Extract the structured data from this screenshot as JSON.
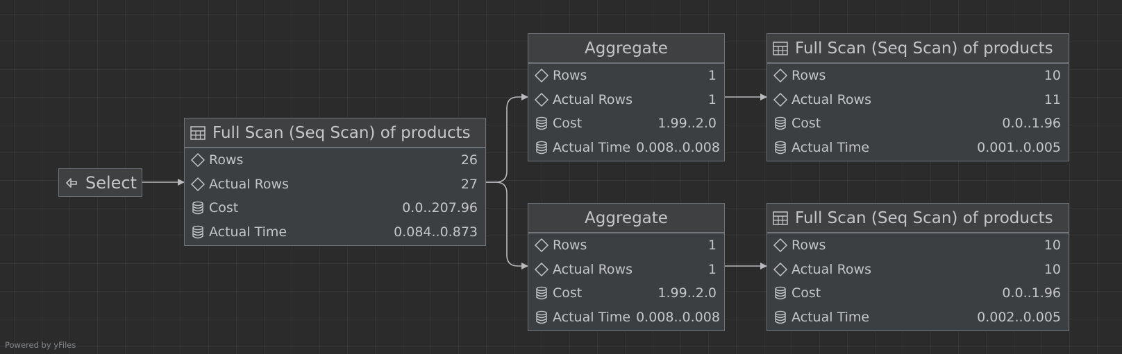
{
  "select_node": {
    "label": "Select",
    "icon": "arrow-left-icon"
  },
  "nodes": {
    "scan_main": {
      "title": "Full Scan (Seq Scan) of products",
      "icon": "table-icon",
      "rows": [
        {
          "icon": "diamond-icon",
          "label": "Rows",
          "value": "26"
        },
        {
          "icon": "diamond-icon",
          "label": "Actual Rows",
          "value": "27"
        },
        {
          "icon": "database-icon",
          "label": "Cost",
          "value": "0.0..207.96"
        },
        {
          "icon": "database-icon",
          "label": "Actual Time",
          "value": "0.084..0.873"
        }
      ]
    },
    "agg_top": {
      "title": "Aggregate",
      "rows": [
        {
          "icon": "diamond-icon",
          "label": "Rows",
          "value": "1"
        },
        {
          "icon": "diamond-icon",
          "label": "Actual Rows",
          "value": "1"
        },
        {
          "icon": "database-icon",
          "label": "Cost",
          "value": "1.99..2.0"
        },
        {
          "icon": "database-icon",
          "label": "Actual Time",
          "value": "0.008..0.008"
        }
      ]
    },
    "agg_bottom": {
      "title": "Aggregate",
      "rows": [
        {
          "icon": "diamond-icon",
          "label": "Rows",
          "value": "1"
        },
        {
          "icon": "diamond-icon",
          "label": "Actual Rows",
          "value": "1"
        },
        {
          "icon": "database-icon",
          "label": "Cost",
          "value": "1.99..2.0"
        },
        {
          "icon": "database-icon",
          "label": "Actual Time",
          "value": "0.008..0.008"
        }
      ]
    },
    "scan_top": {
      "title": "Full Scan (Seq Scan) of products",
      "icon": "table-icon",
      "rows": [
        {
          "icon": "diamond-icon",
          "label": "Rows",
          "value": "10"
        },
        {
          "icon": "diamond-icon",
          "label": "Actual Rows",
          "value": "11"
        },
        {
          "icon": "database-icon",
          "label": "Cost",
          "value": "0.0..1.96"
        },
        {
          "icon": "database-icon",
          "label": "Actual Time",
          "value": "0.001..0.005"
        }
      ]
    },
    "scan_bottom": {
      "title": "Full Scan (Seq Scan) of products",
      "icon": "table-icon",
      "rows": [
        {
          "icon": "diamond-icon",
          "label": "Rows",
          "value": "10"
        },
        {
          "icon": "diamond-icon",
          "label": "Actual Rows",
          "value": "10"
        },
        {
          "icon": "database-icon",
          "label": "Cost",
          "value": "0.0..1.96"
        },
        {
          "icon": "database-icon",
          "label": "Actual Time",
          "value": "0.002..0.005"
        }
      ]
    }
  },
  "edges": [
    {
      "from": "select",
      "to": "scan_main"
    },
    {
      "from": "scan_main",
      "to": "agg_top"
    },
    {
      "from": "scan_main",
      "to": "agg_bottom"
    },
    {
      "from": "agg_top",
      "to": "scan_top"
    },
    {
      "from": "agg_bottom",
      "to": "scan_bottom"
    }
  ],
  "footer": "Powered by yFiles",
  "colors": {
    "background": "#2b2b2b",
    "node_fill": "#3c3f41",
    "node_border": "#6f737a",
    "text": "#c4c6c9",
    "edge": "#b8babd"
  }
}
